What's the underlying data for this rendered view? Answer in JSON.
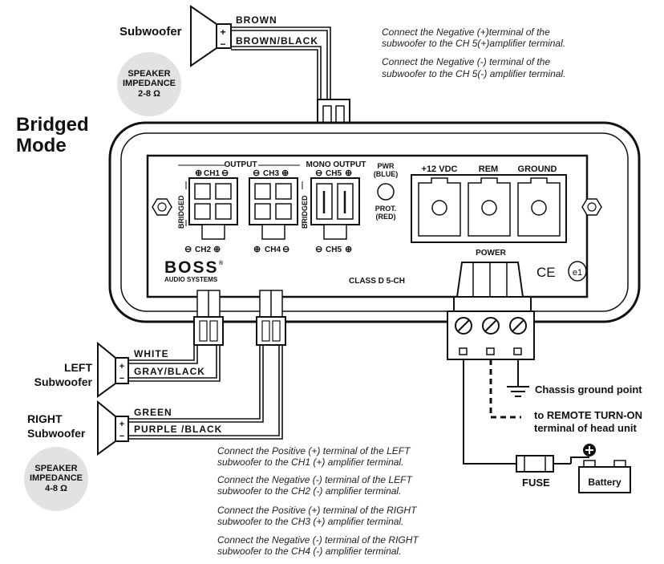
{
  "mode_title_line1": "Bridged",
  "mode_title_line2": "Mode",
  "top_speaker": {
    "label": "Subwoofer",
    "plus": "+",
    "minus": "−",
    "wire_pos": "BROWN",
    "wire_neg": "BROWN/BLACK",
    "impedance_title": "SPEAKER",
    "impedance_title2": "IMPEDANCE",
    "impedance_value": "2-8 Ω"
  },
  "top_notes": [
    [
      "Connect the Negative (+)terminal of the",
      "subwoofer to the CH 5(+)amplifier terminal."
    ],
    [
      "Connect the Negative (-) terminal of the",
      "subwoofer to the CH 5(-) amplifier terminal."
    ]
  ],
  "amp": {
    "output_label": "OUTPUT",
    "mono_output_label": "MONO OUTPUT",
    "ch1": "CH1",
    "ch2": "CH2",
    "ch3": "CH3",
    "ch4": "CH4",
    "ch5": "CH5",
    "bridged": "BRIDGED",
    "pwr_line1": "PWR",
    "pwr_line2": "(BLUE)",
    "prot_line1": "PROT.",
    "prot_line2": "(RED)",
    "v12": "+12 VDC",
    "rem": "REM",
    "ground": "GROUND",
    "power": "POWER",
    "brand": "BOSS",
    "brand_sub": "AUDIO SYSTEMS",
    "registered": "®",
    "class_label": "CLASS D 5-CH",
    "ce": "CE",
    "e1": "e1"
  },
  "left_speaker": {
    "label_line1": "LEFT",
    "label_line2": "Subwoofer",
    "wire_pos": "WHITE",
    "wire_neg": "GRAY/BLACK"
  },
  "right_speaker": {
    "label_line1": "RIGHT",
    "label_line2": "Subwoofer",
    "wire_pos": "GREEN",
    "wire_neg": "PURPLE /BLACK"
  },
  "bottom_impedance": {
    "title": "SPEAKER",
    "title2": "IMPEDANCE",
    "value": "4-8 Ω"
  },
  "bottom_notes": [
    [
      "Connect the Positive (+)  terminal of the LEFT",
      "subwoofer to the CH1 (+) amplifier terminal."
    ],
    [
      "Connect the Negative (-) terminal of the LEFT",
      "subwoofer to the CH2 (-) amplifier terminal."
    ],
    [
      "Connect the Positive (+)  terminal of the RIGHT",
      "subwoofer to the CH3 (+) amplifier terminal."
    ],
    [
      "Connect the Negative (-) terminal of the RIGHT",
      "subwoofer to the CH4 (-) amplifier terminal."
    ]
  ],
  "power_wiring": {
    "chassis": "Chassis ground point",
    "remote_line1": "to REMOTE TURN-ON",
    "remote_line2": "terminal of head unit",
    "fuse": "FUSE",
    "battery": "Battery"
  }
}
